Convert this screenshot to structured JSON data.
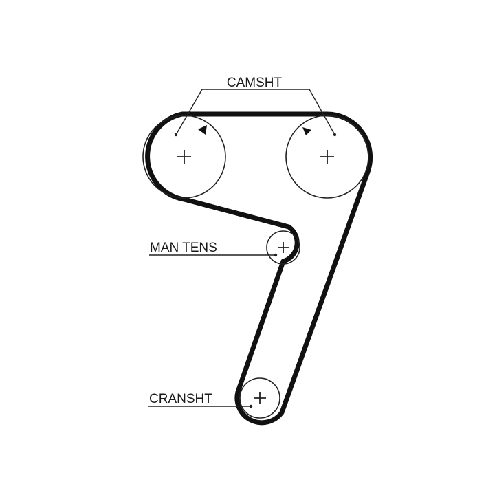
{
  "diagram": {
    "type": "timing-belt-routing",
    "labels": {
      "camshaft": "CAMSHT",
      "tensioner": "MAN TENS",
      "crankshaft": "CRANSHT"
    },
    "rotation_arrows": 2,
    "colors": {
      "belt": "#111111",
      "pulley": "#222222",
      "text": "#1a1a1a",
      "background": "#ffffff"
    }
  }
}
